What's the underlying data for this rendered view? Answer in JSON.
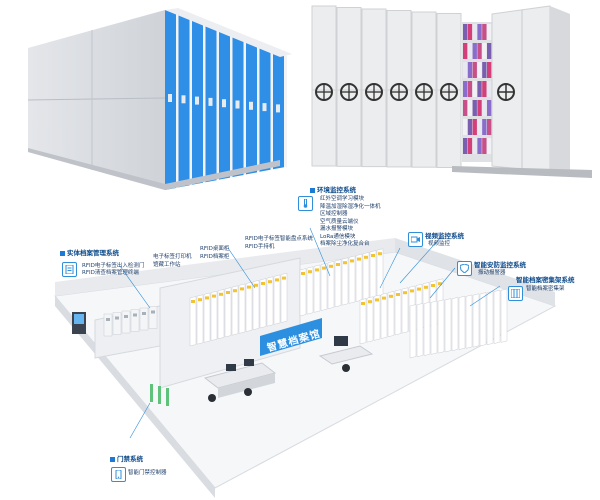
{
  "sections": {
    "archive_mgmt": {
      "title": "实体档案管理系统",
      "items": [
        "RFID电子标签出入检测门",
        "RFID清查档案管理终端"
      ]
    },
    "env_monitor": {
      "title": "环境监控系统",
      "items": [
        "红外空调学习模块",
        "降温加湿除湿净化一体机",
        "区域控制器",
        "空气质量云端仪",
        "漏水报警模块",
        "LoRa通信模块",
        "档案除尘净化复合台"
      ]
    },
    "video_monitor": {
      "title": "视频监控系统",
      "items": [
        "视频监控"
      ]
    },
    "security_monitor": {
      "title": "智能安防监控系统",
      "items": [
        "振动报警器"
      ]
    },
    "dense_rack": {
      "title": "智能档案密集架系统",
      "items": [
        "智能档案密集架"
      ]
    },
    "access_control": {
      "title": "门禁系统",
      "items": [
        "智能门禁控制器"
      ]
    }
  },
  "scene_labels": {
    "rfid_handheld": [
      "RFID电子标签智能盘点系统",
      "RFID手持机"
    ],
    "rfid_desktop": [
      "RFID桌面柜",
      "RFID档案柜"
    ],
    "print_station": [
      "电子标签打印机",
      "馆藏工作站"
    ],
    "sign_text": "智慧档案馆"
  },
  "colors": {
    "accent": "#1b7ad4",
    "cabinet_blue": "#2f8fe6",
    "cabinet_white": "#f2f3f5",
    "floor": "#f4f5f7"
  },
  "icons": {
    "archive_mgmt": "document-icon",
    "env_monitor": "thermometer-icon",
    "video_monitor": "camera-icon",
    "security_monitor": "shield-icon",
    "dense_rack": "rack-icon",
    "access_control": "phone-icon"
  }
}
